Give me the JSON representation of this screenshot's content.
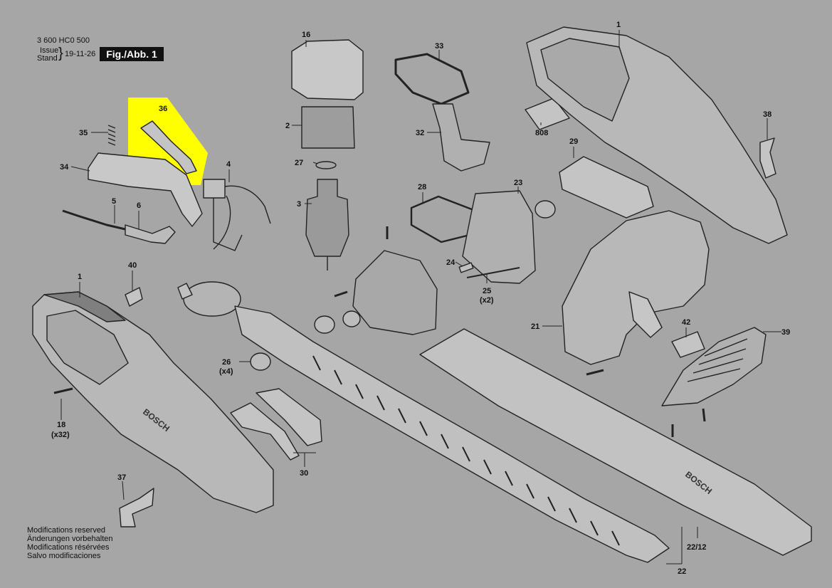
{
  "header": {
    "part_number": "3 600 HC0 500",
    "issue_label": "Issue",
    "stand_label": "Stand",
    "date": "19-11-26",
    "fig_label": "Fig./Abb. 1"
  },
  "footer_notes": [
    "Modifications reserved",
    "Änderungen vorbehalten",
    "Modifications résérvées",
    "Salvo modificaciones"
  ],
  "brand": "BOSCH",
  "highlight_color": "#ffff00",
  "callouts": {
    "c1a": "1",
    "c1b": "1",
    "c2": "2",
    "c3": "3",
    "c4": "4",
    "c5": "5",
    "c6": "6",
    "c16": "16",
    "c18": "18",
    "c18q": "(x32)",
    "c21": "21",
    "c22": "22",
    "c22b": "22/12",
    "c23": "23",
    "c24": "24",
    "c25": "25",
    "c25q": "(x2)",
    "c26": "26",
    "c26q": "(x4)",
    "c27": "27",
    "c28": "28",
    "c29": "29",
    "c30": "30",
    "c32": "32",
    "c33": "33",
    "c34": "34",
    "c35": "35",
    "c36": "36",
    "c37": "37",
    "c38": "38",
    "c39": "39",
    "c40": "40",
    "c42": "42",
    "c808": "808"
  }
}
